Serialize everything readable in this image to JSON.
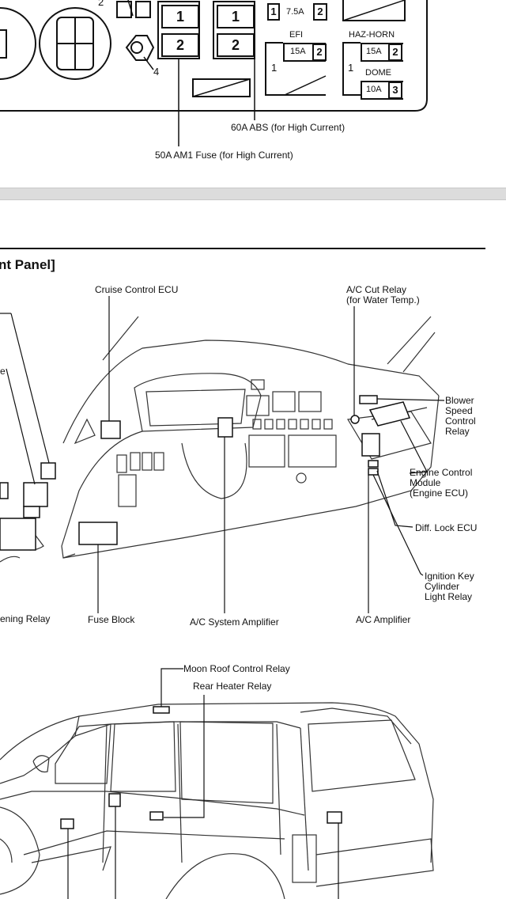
{
  "fuse_box": {
    "relay_numbers": [
      "1",
      "2",
      "1",
      "2"
    ],
    "callout_2": "2",
    "callout_4": "4",
    "fuses": [
      {
        "left": "1",
        "amp": "7.5A",
        "right": "2"
      },
      {
        "section": "EFI",
        "amp": "15A",
        "right": "2",
        "left": "1"
      },
      {
        "section": "HAZ-HORN",
        "amp": "15A",
        "right": "2",
        "left": "1"
      },
      {
        "section": "DOME",
        "amp": "10A",
        "right": "3"
      }
    ],
    "label_abs": "60A ABS (for High Current)",
    "label_am1": "50A AM1 Fuse (for High Current)"
  },
  "panel": {
    "heading": "nt Panel]",
    "labels": {
      "cruise_ecu": "Cruise Control ECU",
      "ac_cut_relay": "A/C Cut Relay\n(for Water Temp.)",
      "blower_relay": "Blower\nSpeed\nControl\nRelay",
      "engine_ecu": "Engine Control\nModule\n(Engine ECU)",
      "diff_lock": "Diff. Lock ECU",
      "ignition_relay": "Ignition Key\nCylinder\nLight Relay",
      "opening_relay": "ening Relay",
      "fuse_block": "Fuse Block",
      "ac_amp_system": "A/C System Amplifier",
      "ac_amplifier": "A/C Amplifier",
      "left_partial": "e"
    }
  },
  "vehicle": {
    "labels": {
      "moon_roof": "Moon Roof Control Relay",
      "rear_heater": "Rear Heater Relay"
    }
  }
}
